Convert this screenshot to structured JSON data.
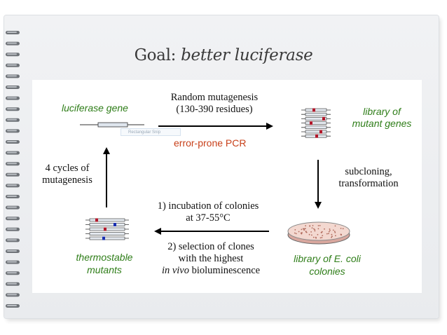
{
  "slide": {
    "title_plain": "Goal: ",
    "title_italic": "better luciferase"
  },
  "diagram": {
    "gene_label": "luciferase gene",
    "library_label_line1": "library of",
    "library_label_line2": "mutant genes",
    "top_arrow_line1": "Random mutagenesis",
    "top_arrow_line2": "(130-390 residues)",
    "top_arrow_method": "error-prone PCR",
    "right_arrow_line1": "subcloning,",
    "right_arrow_line2": "transformation",
    "colonies_line1": "library of E. coli",
    "colonies_line2": "colonies",
    "bottom_step1_line1": "1) incubation of colonies",
    "bottom_step1_line2": "at 37-55°C",
    "bottom_step2_line1": "2) selection of clones",
    "bottom_step2_line2": "with the highest",
    "bottom_step2_italic": "in vivo",
    "bottom_step2_rest": " bioluminescence",
    "mutants_line1": "thermostable",
    "mutants_line2": "mutants",
    "left_arrow_line1": "4 cycles of",
    "left_arrow_line2": "mutagenesis",
    "tooltip_text": "Rectangular Snip"
  },
  "colors": {
    "label_green": "#2e7d18",
    "method_red": "#c8401a",
    "mutation_red": "#b0182a",
    "mutation_blue": "#1a2fb0"
  }
}
